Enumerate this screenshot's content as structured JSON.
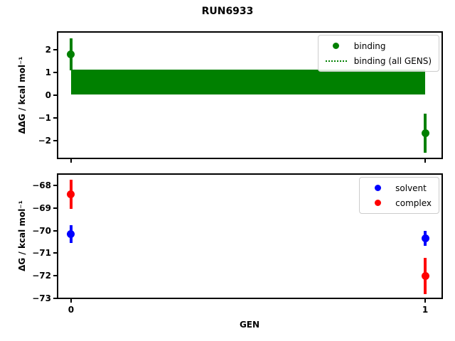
{
  "figure_title": "RUN6933",
  "colors": {
    "binding": "#008000",
    "solvent": "#0000ff",
    "complex": "#ff0000",
    "axis": "#000000",
    "legend_border": "#cccccc"
  },
  "xlabel": "GEN",
  "chart_data": [
    {
      "type": "scatter",
      "subplot": "top",
      "ylabel": "ΔΔG / kcal mol⁻¹",
      "xlabel": "",
      "xlim": [
        -0.04,
        1.05
      ],
      "ylim": [
        -2.8,
        2.8
      ],
      "xticks": [
        0,
        1
      ],
      "xticklabels": null,
      "yticks": [
        2,
        1,
        0,
        -1,
        -2
      ],
      "yticklabels": [
        "2",
        "1",
        "0",
        "−1",
        "−2"
      ],
      "grid": false,
      "legend_position": "upper right",
      "series": [
        {
          "name": "binding",
          "color": "#008000",
          "x": [
            0,
            1
          ],
          "y": [
            1.8,
            -1.67
          ],
          "yerr": [
            0.7,
            0.85
          ]
        }
      ],
      "band": {
        "name": "binding (all GENS)",
        "color": "#008000",
        "x": [
          0,
          1
        ],
        "lo": 0.04,
        "hi": 1.12
      },
      "legend": [
        {
          "label": "binding",
          "marker": "dot",
          "color": "#008000"
        },
        {
          "label": "binding (all GENS)",
          "marker": "dotted-line",
          "color": "#008000"
        }
      ]
    },
    {
      "type": "scatter",
      "subplot": "bottom",
      "ylabel": "ΔG / kcal mol⁻¹",
      "xlabel": "GEN",
      "xlim": [
        -0.04,
        1.05
      ],
      "ylim": [
        -73.03,
        -67.47
      ],
      "xticks": [
        0,
        1
      ],
      "xticklabels": [
        "0",
        "1"
      ],
      "yticks": [
        -68,
        -69,
        -70,
        -71,
        -72,
        -73
      ],
      "yticklabels": [
        "−68",
        "−69",
        "−70",
        "−71",
        "−72",
        "−73"
      ],
      "grid": false,
      "legend_position": "upper right",
      "series": [
        {
          "name": "solvent",
          "color": "#0000ff",
          "x": [
            0,
            1
          ],
          "y": [
            -70.15,
            -70.35
          ],
          "yerr": [
            0.4,
            0.33
          ]
        },
        {
          "name": "complex",
          "color": "#ff0000",
          "x": [
            0,
            1
          ],
          "y": [
            -68.4,
            -72.0
          ],
          "yerr": [
            0.65,
            0.8
          ]
        }
      ],
      "legend": [
        {
          "label": "solvent",
          "marker": "dot",
          "color": "#0000ff"
        },
        {
          "label": "complex",
          "marker": "dot",
          "color": "#ff0000"
        }
      ]
    }
  ]
}
